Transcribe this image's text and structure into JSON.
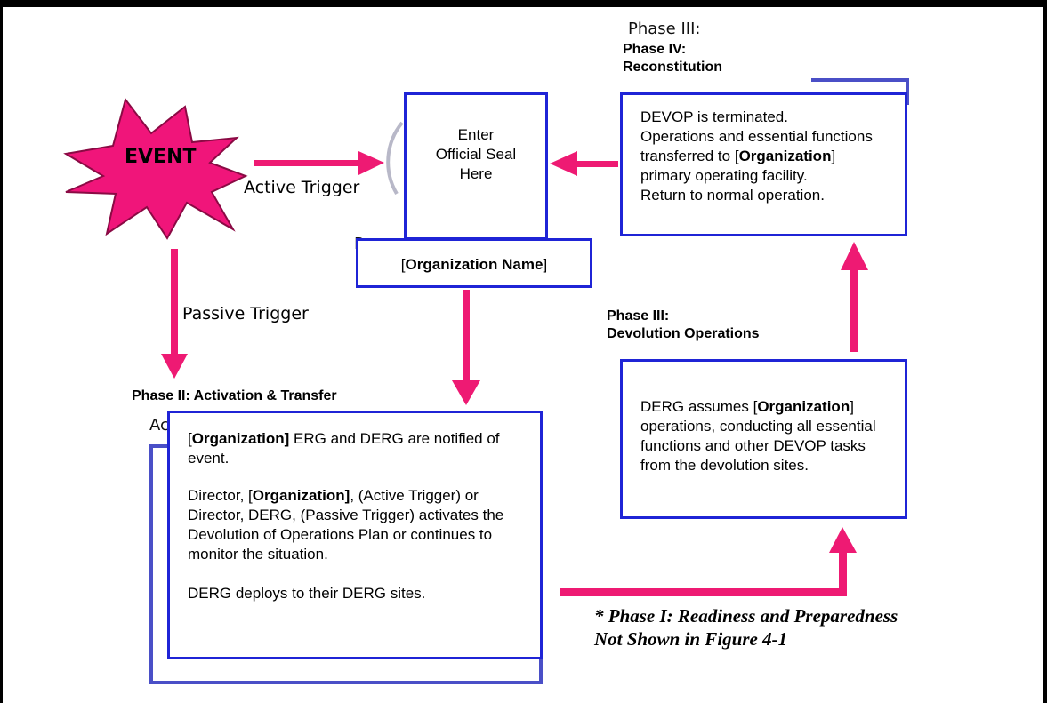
{
  "event": {
    "label": "EVENT",
    "color": "#f0157a"
  },
  "triggers": {
    "active": "Active Trigger",
    "passive": "Passive Trigger"
  },
  "seal": {
    "line1": "Enter",
    "line2": "Official Seal",
    "line3": "Here"
  },
  "org_name": {
    "open": "[",
    "name": "Organization Name",
    "close": "]"
  },
  "phase2": {
    "label": "Phase II: Activation & Transfer",
    "ghost": "Ac",
    "p1_bold": "Organization]",
    "p1_rest": " ERG and DERG are notified of event.",
    "p2_a": "Director, [",
    "p2_bold1": "Organization]",
    "p2_b": ", (Active Trigger) or Director, DERG, (Passive Trigger) activates the Devolution of Operations Plan or continues to monitor the situation.",
    "p3": "DERG deploys to their DERG sites."
  },
  "phase3": {
    "label_line1": "Phase III:",
    "label_line2": "Devolution Operations",
    "text_a": "DERG assumes [",
    "text_bold": "Organization",
    "text_b": "] operations, conducting all essential functions and other DEVOP tasks from the devolution sites."
  },
  "phase4": {
    "ghost": "Phase III:",
    "label_line1": "Phase IV:",
    "label_line2": "Reconstitution",
    "line1": "DEVOP is terminated.",
    "line2": "Operations and essential functions",
    "line3_a": "transferred to [",
    "line3_bold": "Organization",
    "line3_b": "]",
    "line4": "primary operating facility.",
    "line5": "Return to normal operation."
  },
  "footnote": {
    "line1": "* Phase I: Readiness and Preparedness",
    "line2": "Not Shown in Figure 4-1"
  },
  "colors": {
    "arrow": "#ee1a73",
    "box_border": "#1f24d6",
    "shadow_border": "#4a4fc7"
  }
}
